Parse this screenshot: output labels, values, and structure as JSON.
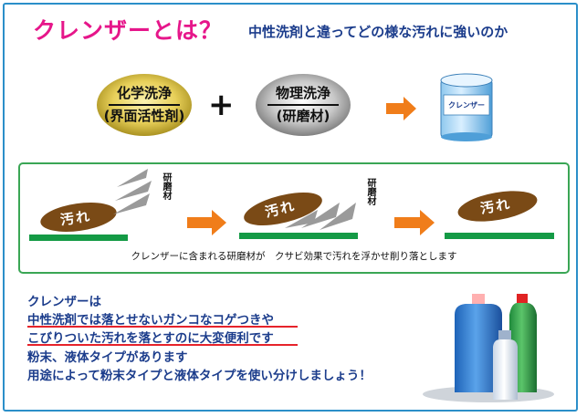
{
  "header": {
    "title": "クレンザーとは？",
    "subtitle": "中性洗剤と違ってどの様な汚れに強いのか"
  },
  "formula": {
    "chemical_line1": "化学洗浄",
    "chemical_line2": "(界面活性剤)",
    "physical_line1": "物理洗浄",
    "physical_line2": "(研磨材)",
    "plus": "+",
    "can_label": "クレンザー"
  },
  "diagram": {
    "dirt_label": "汚れ",
    "abrasive_label": "研磨材",
    "caption": "クレンザーに含まれる研磨材が　クサビ効果で汚れを浮かせ削り落とします"
  },
  "description": {
    "line1": "クレンザーは",
    "line2": "中性洗剤では落とせないガンコなコゲつきや",
    "line3": "こびりついた汚れを落とすのに大変便利です",
    "line4": "粉末、液体タイプがあります",
    "line5": "用途によって粉末タイプと液体タイプを使い分けしましょう！"
  },
  "colors": {
    "title": "#e6168a",
    "subtitle": "#1c3d8c",
    "frame": "#2b8fc9",
    "panel_border": "#3aa655",
    "arrow": "#f07d1a",
    "dirt": "#7a4a16",
    "underline": "#e6232b"
  }
}
